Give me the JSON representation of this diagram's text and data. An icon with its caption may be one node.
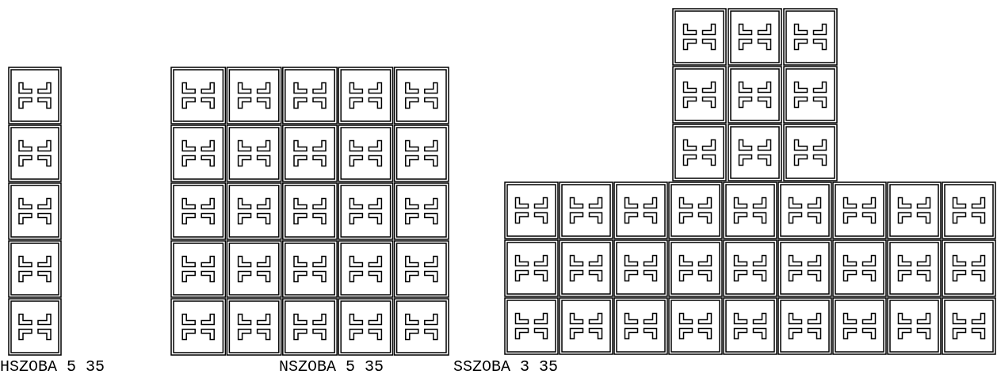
{
  "diagram": {
    "labels": [
      "HSZOBA 5 35",
      "NSZOBA 5 35",
      "SSZOBA 3 35"
    ]
  }
}
